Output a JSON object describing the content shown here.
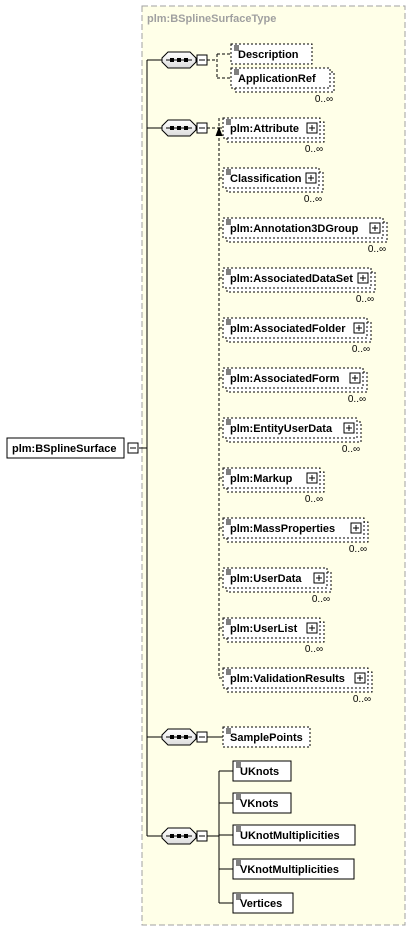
{
  "diagram": {
    "type_name": "plm:BSplineSurfaceType",
    "root": {
      "label": "plm:BSplineSurface"
    },
    "group1": [
      {
        "label": "Description",
        "occurs": ""
      },
      {
        "label": "ApplicationRef",
        "occurs": "0..∞"
      }
    ],
    "choice": [
      {
        "label": "plm:Attribute",
        "occurs": "0..∞"
      },
      {
        "label": "Classification",
        "occurs": "0..∞"
      },
      {
        "label": "plm:Annotation3DGroup",
        "occurs": "0..∞"
      },
      {
        "label": "plm:AssociatedDataSet",
        "occurs": "0..∞"
      },
      {
        "label": "plm:AssociatedFolder",
        "occurs": "0..∞"
      },
      {
        "label": "plm:AssociatedForm",
        "occurs": "0..∞"
      },
      {
        "label": "plm:EntityUserData",
        "occurs": "0..∞"
      },
      {
        "label": "plm:Markup",
        "occurs": "0..∞"
      },
      {
        "label": "plm:MassProperties",
        "occurs": "0..∞"
      },
      {
        "label": "plm:UserData",
        "occurs": "0..∞"
      },
      {
        "label": "plm:UserList",
        "occurs": "0..∞"
      },
      {
        "label": "plm:ValidationResults",
        "occurs": "0..∞"
      }
    ],
    "sample": {
      "label": "SamplePoints"
    },
    "group4": [
      {
        "label": "UKnots"
      },
      {
        "label": "VKnots"
      },
      {
        "label": "UKnotMultiplicities"
      },
      {
        "label": "VKnotMultiplicities"
      },
      {
        "label": "Vertices"
      }
    ]
  }
}
